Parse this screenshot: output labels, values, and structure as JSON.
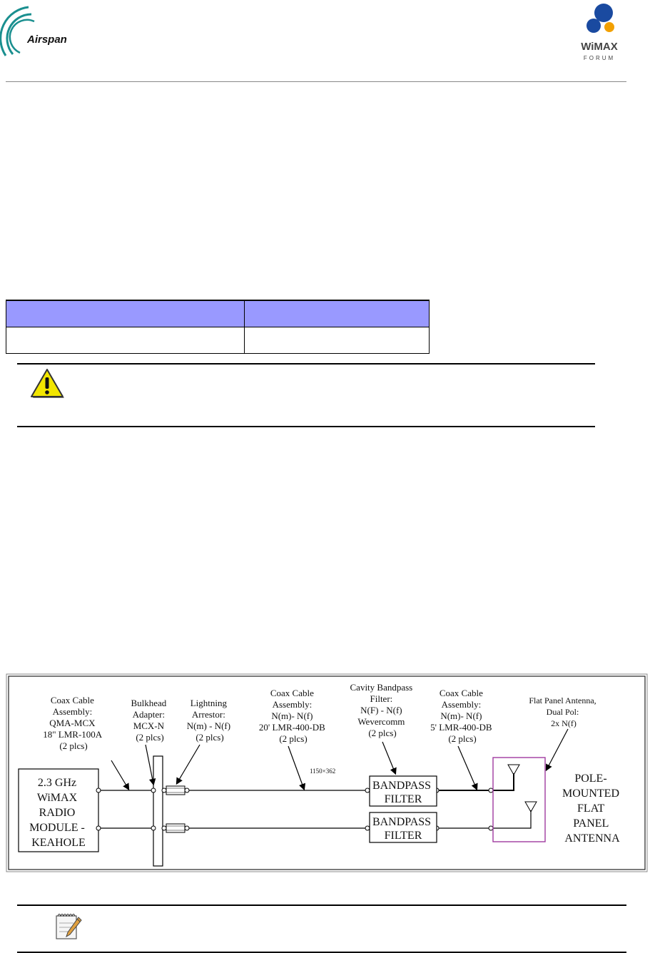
{
  "header": {
    "company_logo_text": "Airspan",
    "forum_logo_text_top": "WiMAX",
    "forum_logo_text_bottom": "FORUM"
  },
  "spec_table": {
    "headers": [
      "",
      ""
    ],
    "rows": [
      [
        "",
        ""
      ]
    ]
  },
  "diagram": {
    "labels": {
      "coax_100a": [
        "Coax Cable",
        "Assembly:",
        "QMA-MCX",
        "18\" LMR-100A",
        "(2 plcs)"
      ],
      "bulkhead": [
        "Bulkhead",
        "Adapter:",
        "MCX-N",
        "(2 plcs)"
      ],
      "arrestor": [
        "Lightning",
        "Arrestor:",
        "N(m) - N(f)",
        "(2 plcs)"
      ],
      "coax_400_20": [
        "Coax Cable",
        "Assembly:",
        "N(m)- N(f)",
        "20' LMR-400-DB",
        "(2 plcs)"
      ],
      "cavity": [
        "Cavity Bandpass",
        "Filter:",
        "N(F) - N(f)",
        "Wevercomm",
        "(2 plcs)"
      ],
      "coax_400_5": [
        "Coax Cable",
        "Assembly:",
        "N(m)- N(f)",
        "5' LMR-400-DB",
        "(2 plcs)"
      ],
      "flat_panel": [
        "Flat Panel Antenna,",
        "Dual Pol:",
        "2x N(f)"
      ]
    },
    "radio_module": [
      "2.3 GHz",
      "WiMAX",
      "RADIO",
      "MODULE -",
      "KEAHOLE"
    ],
    "filter_top": [
      "BANDPASS",
      "FILTER"
    ],
    "filter_bottom": [
      "BANDPASS",
      "FILTER"
    ],
    "pole_antenna": [
      "POLE-",
      "MOUNTED",
      "FLAT",
      "PANEL",
      "ANTENNA"
    ],
    "size_tag": "1150×362"
  },
  "colors": {
    "table_header": "#9999ff",
    "antenna_box": "#a03aa0",
    "caution": "#f2e600"
  }
}
